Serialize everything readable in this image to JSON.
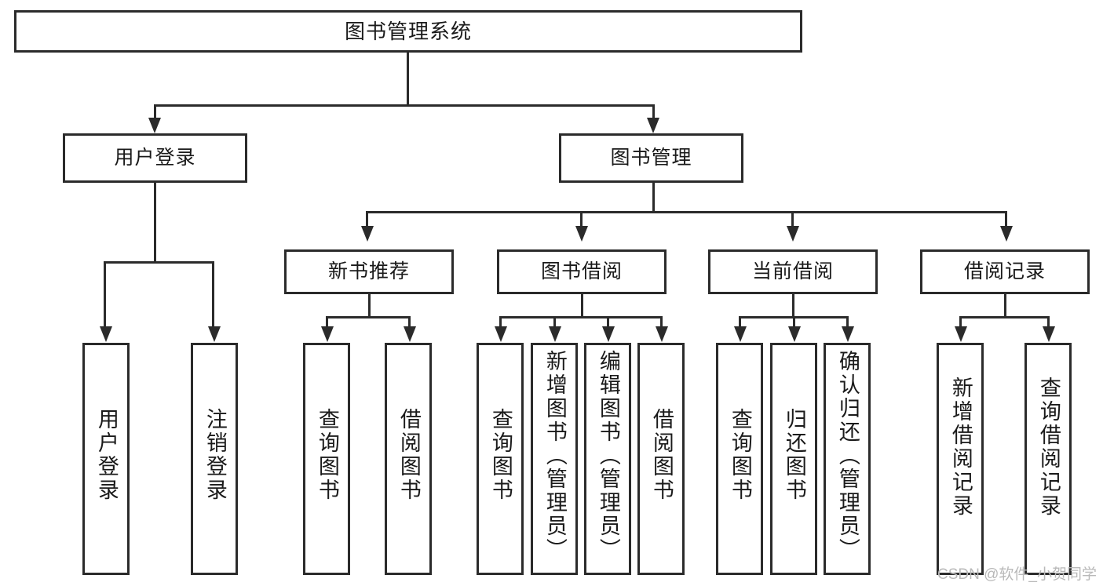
{
  "diagram": {
    "title": "图书管理系统",
    "watermark": "CSDN @软件_小贺同学",
    "root": {
      "label": "图书管理系统"
    },
    "level2": [
      {
        "label": "用户登录"
      },
      {
        "label": "图书管理"
      }
    ],
    "level3": [
      {
        "label": "新书推荐"
      },
      {
        "label": "图书借阅"
      },
      {
        "label": "当前借阅"
      },
      {
        "label": "借阅记录"
      }
    ],
    "leaves": [
      {
        "label": "用户登录"
      },
      {
        "label": "注销登录"
      },
      {
        "label": "查询图书"
      },
      {
        "label": "借阅图书"
      },
      {
        "label": "查询图书"
      },
      {
        "label": "新增图书（管理员）"
      },
      {
        "label": "编辑图书（管理员）"
      },
      {
        "label": "借阅图书"
      },
      {
        "label": "查询图书"
      },
      {
        "label": "归还图书"
      },
      {
        "label": "确认归还（管理员）"
      },
      {
        "label": "新增借阅记录"
      },
      {
        "label": "查询借阅记录"
      }
    ]
  },
  "colors": {
    "stroke": "#2b2b2b",
    "text": "#1a1a1a",
    "background": "#ffffff",
    "watermark": "#b9b9b9"
  }
}
